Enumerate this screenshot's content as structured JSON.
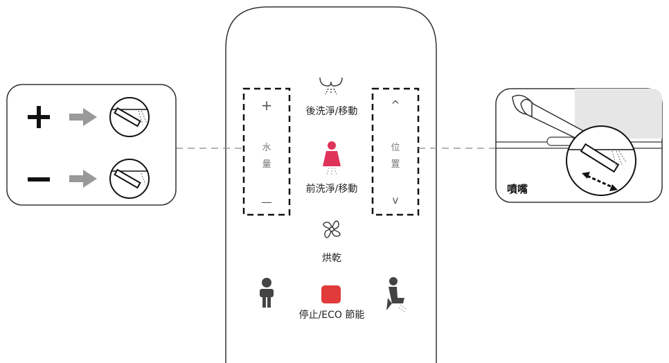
{
  "remote": {
    "rear_wash": {
      "label": "後洗淨/移動",
      "icon": "bidet-rear-wash-icon"
    },
    "front_wash": {
      "label": "前洗淨/移動",
      "icon": "bidet-front-wash-icon",
      "color": "#e0335a"
    },
    "water_group": {
      "plus": "+",
      "top": "水",
      "bottom": "量",
      "minus": "—"
    },
    "position_group": {
      "up": "^",
      "top": "位",
      "bottom": "置",
      "down": "v"
    },
    "dryer": {
      "label": "烘乾",
      "icon": "fan-icon"
    },
    "stop": {
      "label": "停止/ECO 節能",
      "color": "#e03a3a"
    },
    "standing_icon": "standing-person-icon",
    "sitting_icon": "seated-person-icon"
  },
  "left_panel": {
    "plus_symbol": "+",
    "minus_symbol": "—",
    "arrow_color": "#999999"
  },
  "right_panel": {
    "label": "噴嘴"
  },
  "colors": {
    "outline": "#333333",
    "dashed_connector": "#888888",
    "red": "#e03a3a",
    "pink": "#e0335a"
  }
}
